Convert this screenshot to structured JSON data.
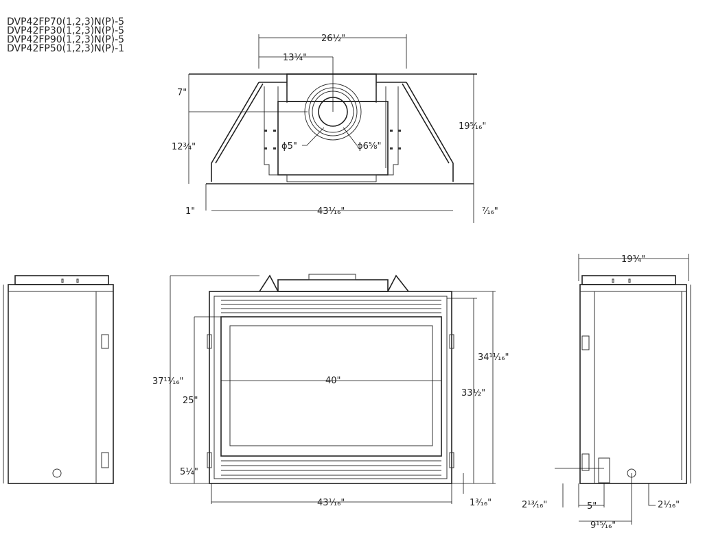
{
  "models": [
    "DVP42FP70(1,2,3)N(P)-5",
    "DVP42FP30(1,2,3)N(P)-5",
    "DVP42FP90(1,2,3)N(P)-5",
    "DVP42FP50(1,2,3)N(P)-1"
  ],
  "top_view": {
    "width_top": "26½\"",
    "flue_offset": "13¼\"",
    "flue_from_back": "7\"",
    "flue_to_front": "12¾\"",
    "depth": "19⁵⁄₁₆\"",
    "inner_dia": "ϕ5\"",
    "outer_dia": "ϕ6⅝\"",
    "standoff_left": "1\"",
    "width_bottom": "43¹⁄₁₆\"",
    "standoff_right": "⁷⁄₁₆\""
  },
  "front_view": {
    "overall_height": "37¹¹⁄₁₆\"",
    "glass_height": "25\"",
    "bottom_to_glass": "5¼\"",
    "glass_width": "40\"",
    "height_body": "34¹¹⁄₁₆\"",
    "height_front": "33½\"",
    "width": "43¹⁄₁₆\"",
    "bottom_offset": "1³⁄₁₆\""
  },
  "side_view": {
    "depth": "19¾\"",
    "gas_height": "2¹³⁄₁₆\"",
    "gas_x": "5\"",
    "gas_x2": "9¹⁵⁄₁₆\"",
    "elec_height": "2¹⁄₁₆\""
  }
}
